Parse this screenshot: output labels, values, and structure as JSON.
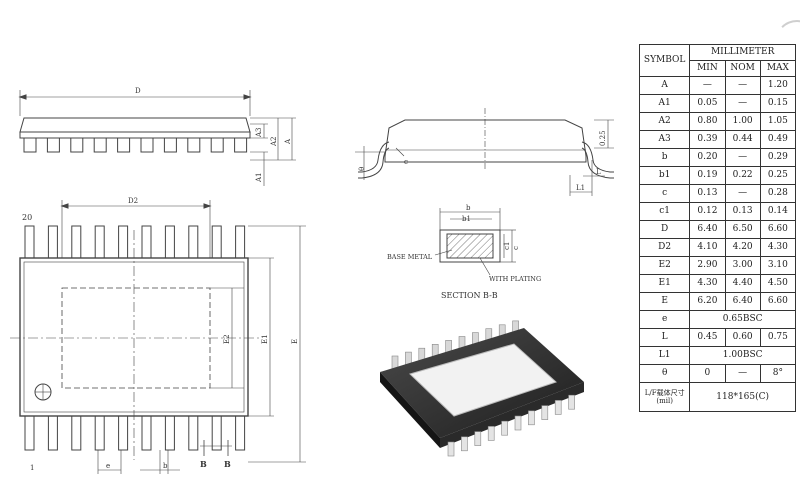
{
  "views": {
    "side": {
      "dim_d": "D",
      "dim_a3": "A3",
      "dim_a2": "A2",
      "dim_a": "A",
      "dim_a1": "A1"
    },
    "end": {
      "dim_025": "0.25",
      "dim_theta": "θ",
      "dim_l": "L",
      "dim_l1": "L1",
      "dim_c": "c"
    },
    "top": {
      "pin_number": "20",
      "dim_d2": "D2",
      "dim_e2": "E2",
      "dim_e1": "E1",
      "dim_e": "E",
      "dim_e_pitch": "e",
      "dim_b": "b",
      "section_b1": "B",
      "section_b2": "B",
      "pin1_mark": "1"
    },
    "section": {
      "label_b": "b",
      "label_b1": "b1",
      "label_c": "c",
      "label_c1": "c1",
      "base_metal": "BASE METAL",
      "with_plating": "WITH PLATING",
      "title": "SECTION B-B"
    }
  },
  "table": {
    "symbol_header": "SYMBOL",
    "unit_header": "MILLIMETER",
    "col_headers": [
      "MIN",
      "NOM",
      "MAX"
    ],
    "rows": [
      {
        "symbol": "A",
        "min": "—",
        "nom": "—",
        "max": "1.20"
      },
      {
        "symbol": "A1",
        "min": "0.05",
        "nom": "—",
        "max": "0.15"
      },
      {
        "symbol": "A2",
        "min": "0.80",
        "nom": "1.00",
        "max": "1.05"
      },
      {
        "symbol": "A3",
        "min": "0.39",
        "nom": "0.44",
        "max": "0.49"
      },
      {
        "symbol": "b",
        "min": "0.20",
        "nom": "—",
        "max": "0.29"
      },
      {
        "symbol": "b1",
        "min": "0.19",
        "nom": "0.22",
        "max": "0.25"
      },
      {
        "symbol": "c",
        "min": "0.13",
        "nom": "—",
        "max": "0.28"
      },
      {
        "symbol": "c1",
        "min": "0.12",
        "nom": "0.13",
        "max": "0.14"
      },
      {
        "symbol": "D",
        "min": "6.40",
        "nom": "6.50",
        "max": "6.60"
      },
      {
        "symbol": "D2",
        "min": "4.10",
        "nom": "4.20",
        "max": "4.30"
      },
      {
        "symbol": "E2",
        "min": "2.90",
        "nom": "3.00",
        "max": "3.10"
      },
      {
        "symbol": "E1",
        "min": "4.30",
        "nom": "4.40",
        "max": "4.50"
      },
      {
        "symbol": "E",
        "min": "6.20",
        "nom": "6.40",
        "max": "6.60"
      }
    ],
    "row_e": {
      "symbol": "e",
      "value": "0.65BSC"
    },
    "row_l": {
      "symbol": "L",
      "min": "0.45",
      "nom": "0.60",
      "max": "0.75"
    },
    "row_l1": {
      "symbol": "L1",
      "value": "1.00BSC"
    },
    "row_theta": {
      "symbol": "θ",
      "min": "0",
      "nom": "—",
      "max": "8°"
    },
    "row_frame": {
      "symbol_line1": "L/F载体尺寸",
      "symbol_line2": "(mil)",
      "value": "118*165(C)"
    }
  }
}
